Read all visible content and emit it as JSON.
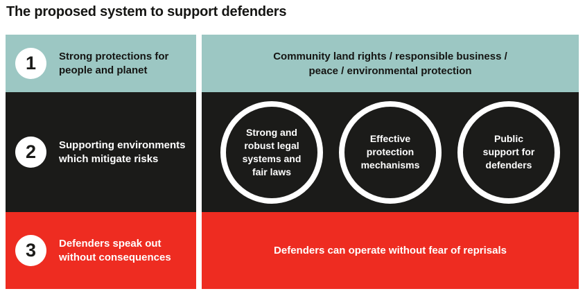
{
  "title": "The proposed system to support defenders",
  "colors": {
    "teal": "#9cc7c3",
    "black": "#1b1b19",
    "red": "#ee2c21",
    "white": "#ffffff",
    "dark_text": "#151513"
  },
  "rows": [
    {
      "number": "1",
      "left_text": "Strong protections for\npeople and planet",
      "right_text": "Community land rights / responsible business /\npeace / environmental protection"
    },
    {
      "number": "2",
      "left_text": "Supporting environments\nwhich mitigate risks",
      "circles": [
        "Strong and\nrobust legal\nsystems and\nfair laws",
        "Effective\nprotection\nmechanisms",
        "Public\nsupport for\ndefenders"
      ]
    },
    {
      "number": "3",
      "left_text": "Defenders speak out\nwithout consequences",
      "right_text": "Defenders can operate without fear of reprisals"
    }
  ]
}
